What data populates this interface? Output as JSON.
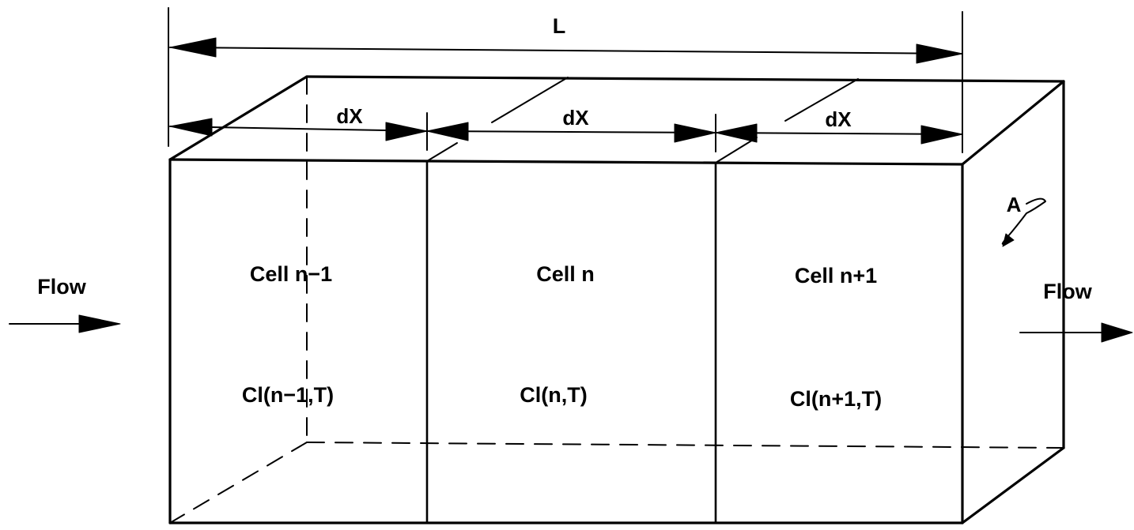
{
  "labels": {
    "length": "L",
    "cell_width": "dX",
    "area": "A",
    "flow_in": "Flow",
    "flow_out": "Flow"
  },
  "cells": [
    {
      "name": "Cell n−1",
      "concentration": "Cl(n−1,T)"
    },
    {
      "name": "Cell n",
      "concentration": "Cl(n,T)"
    },
    {
      "name": "Cell n+1",
      "concentration": "Cl(n+1,T)"
    }
  ]
}
